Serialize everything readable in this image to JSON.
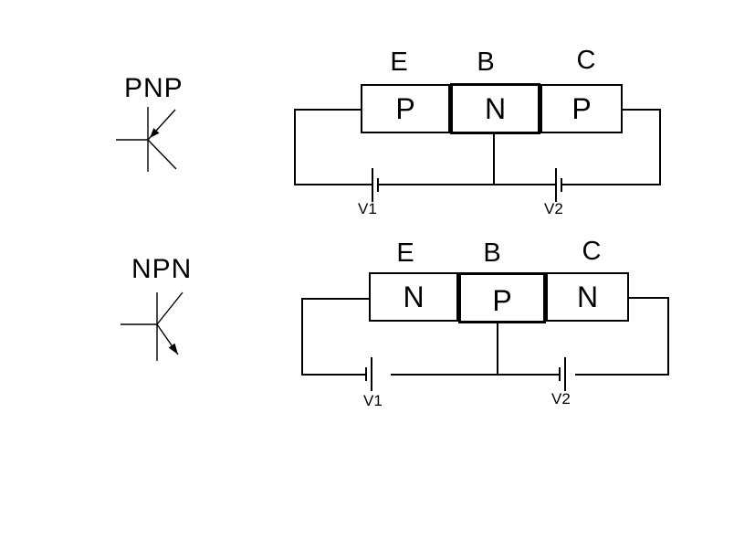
{
  "page": {
    "background": "#ffffff",
    "line_color": "#000000"
  },
  "pnp_section": {
    "title": "PNP",
    "symbol": "pnp-transistor-symbol"
  },
  "npn_section": {
    "title": "NPN",
    "symbol": "npn-transistor-symbol"
  },
  "pnp_block": {
    "terminals": [
      "E",
      "B",
      "C"
    ],
    "regions": [
      "P",
      "N",
      "P"
    ],
    "batteries": [
      "V1",
      "V2"
    ]
  },
  "npn_block": {
    "terminals": [
      "E",
      "B",
      "C"
    ],
    "regions": [
      "N",
      "P",
      "N"
    ],
    "batteries": [
      "V1",
      "V2"
    ]
  }
}
